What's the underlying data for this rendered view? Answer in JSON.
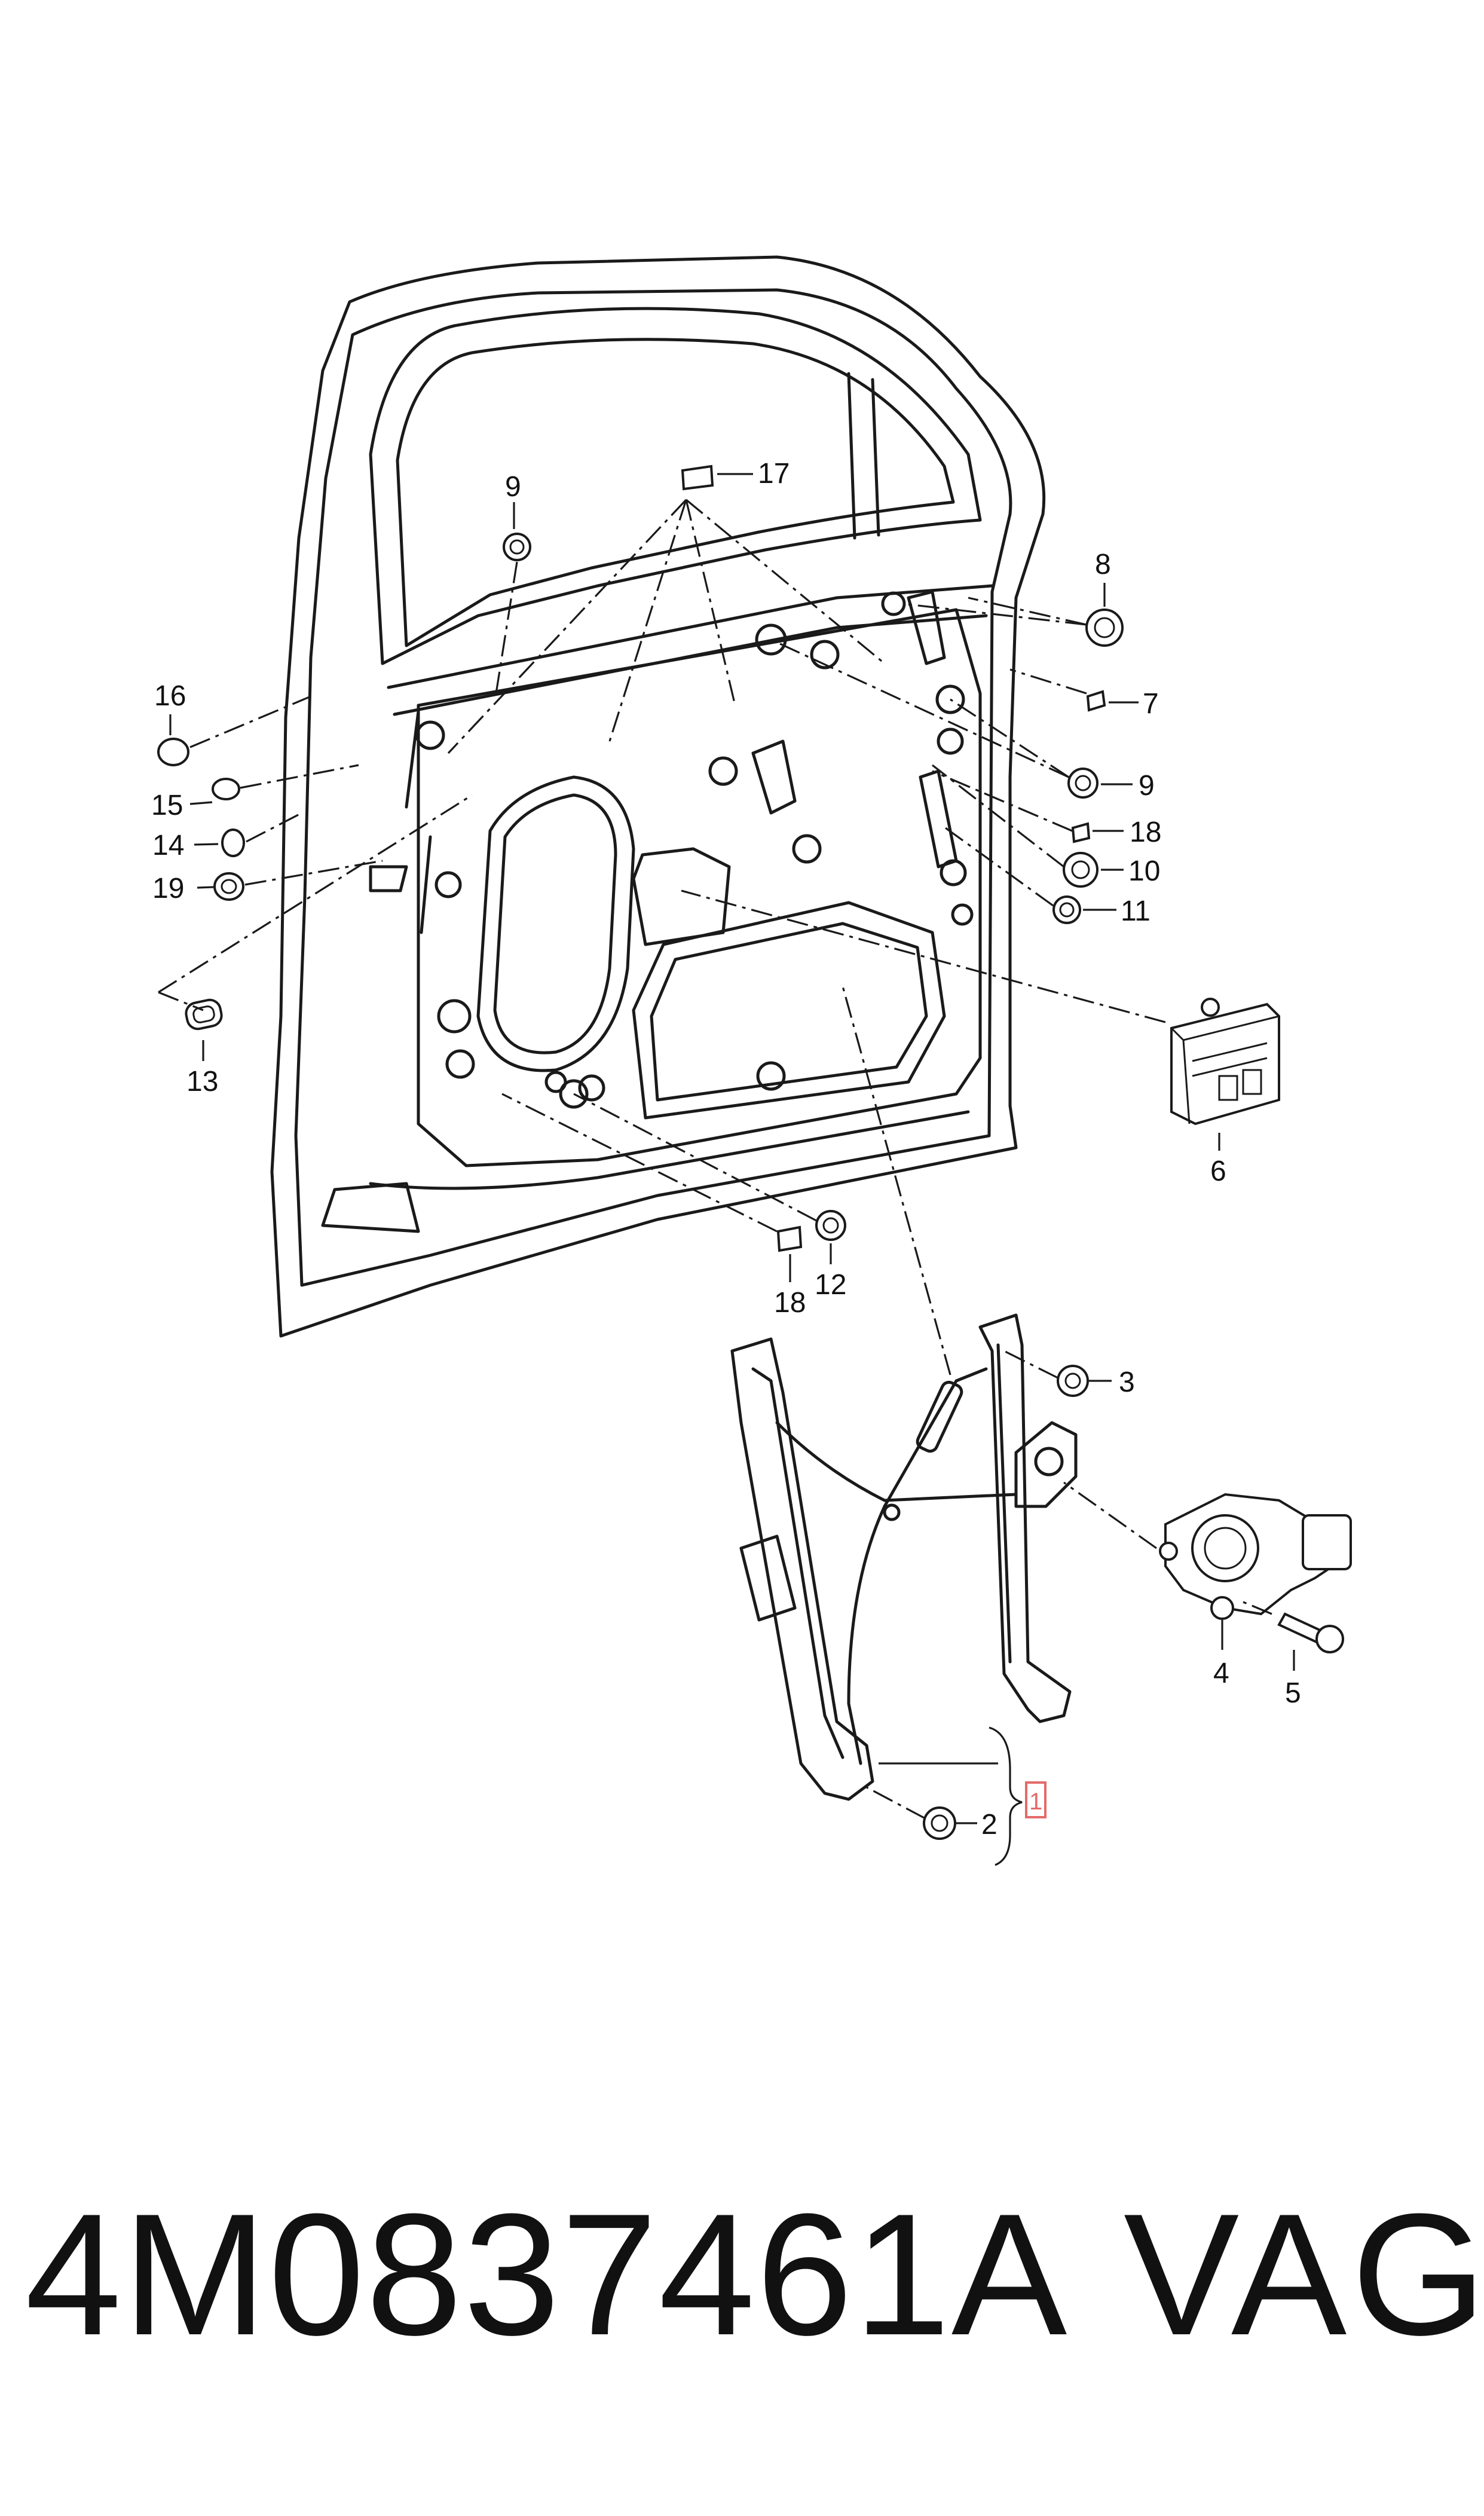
{
  "callouts": {
    "c1": "1",
    "c2": "2",
    "c3": "3",
    "c4": "4",
    "c5": "5",
    "c6": "6",
    "c7": "7",
    "c8": "8",
    "c9a": "9",
    "c9b": "9",
    "c10": "10",
    "c11": "11",
    "c12": "12",
    "c13": "13",
    "c14": "14",
    "c15": "15",
    "c16": "16",
    "c17": "17",
    "c18a": "18",
    "c18b": "18",
    "c19": "19"
  },
  "footer": {
    "part_number": "4M0837461A",
    "brand": "VAG"
  }
}
